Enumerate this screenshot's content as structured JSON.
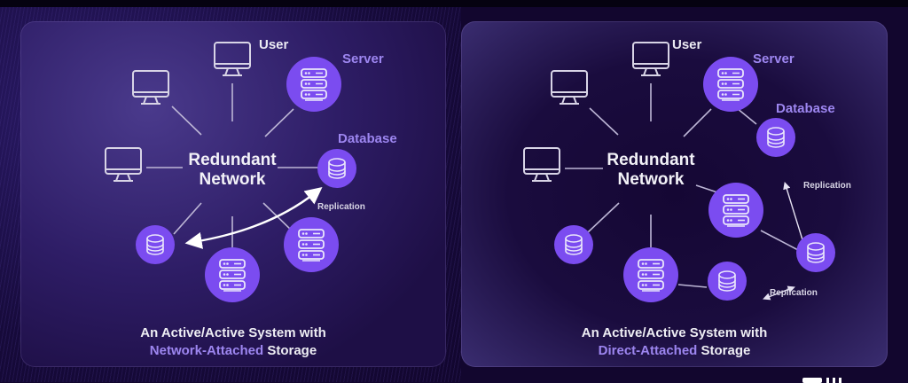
{
  "colors": {
    "background": "#12062e",
    "node_fill": "#7b4cf0",
    "accent_text": "#9d86f0",
    "line": "#c9c4dc",
    "text": "#eeeef4"
  },
  "left_panel": {
    "center_title_line1": "Redundant",
    "center_title_line2": "Network",
    "user_label": "User",
    "server_label": "Server",
    "database_label": "Database",
    "replication_label": "Replication",
    "caption_line1": "An Active/Active System with",
    "caption_accent": "Network-Attached",
    "caption_rest": "Storage"
  },
  "right_panel": {
    "center_title_line1": "Redundant",
    "center_title_line2": "Network",
    "user_label": "User",
    "server_label": "Server",
    "database_label": "Database",
    "replication_label_1": "Replication",
    "replication_label_2": "Replication",
    "caption_line1": "An Active/Active System with",
    "caption_accent": "Direct-Attached",
    "caption_rest": "Storage"
  },
  "icons": {
    "user": "monitor-icon",
    "server": "server-rack-icon",
    "database": "database-cylinder-icon",
    "replication": "double-arrow-icon"
  }
}
